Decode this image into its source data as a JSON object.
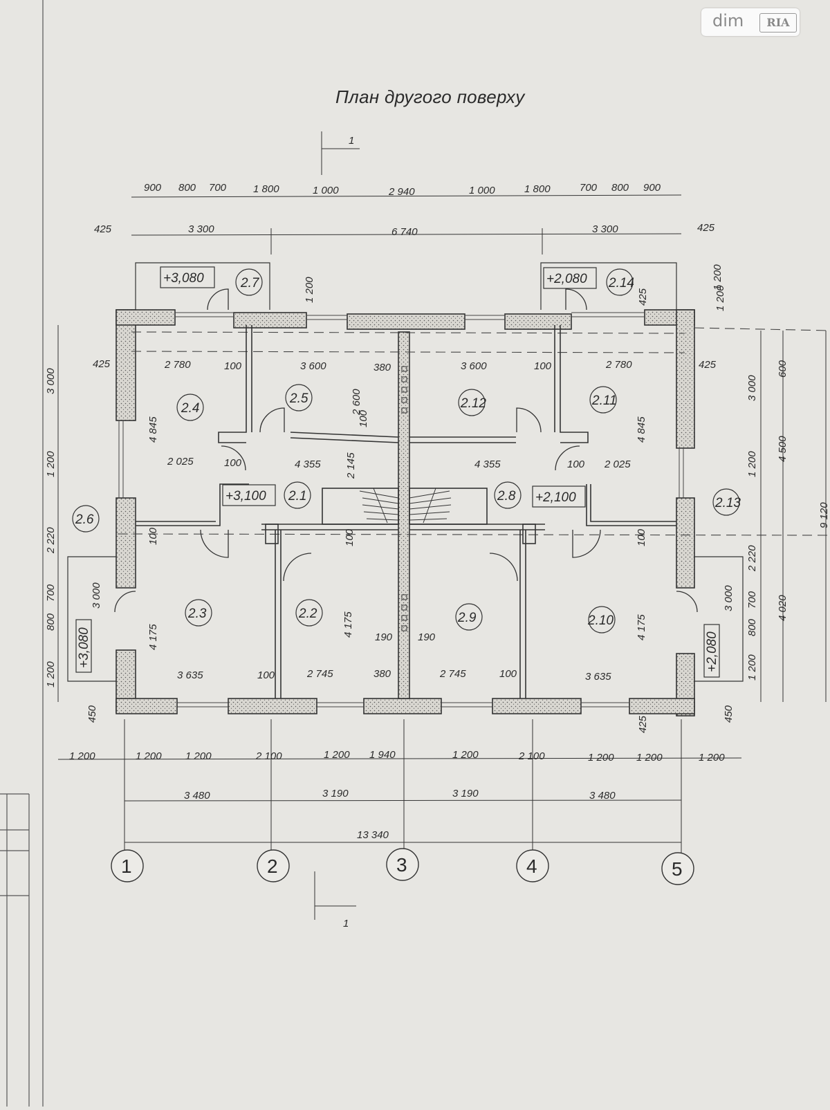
{
  "title": "План другого поверху",
  "watermark": {
    "brand": "dim",
    "logo": "RIA"
  },
  "section_marker": "1",
  "axes": [
    "1",
    "2",
    "3",
    "4",
    "5"
  ],
  "top_dims_row1": [
    "900",
    "800",
    "700",
    "1 800",
    "1 000",
    "2 940",
    "1 000",
    "1 800",
    "700",
    "800",
    "900"
  ],
  "top_dims_row2": [
    "425",
    "3 300",
    "6 740",
    "3 300",
    "425"
  ],
  "bottom_dims_row1": [
    "1 200",
    "1 200",
    "1 200",
    "2 100",
    "1 200",
    "1 940",
    "1 200",
    "2 100",
    "1 200",
    "1 200",
    "1 200"
  ],
  "bottom_dims_row2": [
    "3 480",
    "3 190",
    "3 190",
    "3 480"
  ],
  "bottom_total": "13 340",
  "left_dims": [
    "3 000",
    "1 200",
    "2 220",
    "700",
    "800",
    "1 200",
    "3 000",
    "450"
  ],
  "right_dims": [
    "1 200",
    "3 000",
    "1 200",
    "2 220",
    "700",
    "800",
    "1 200",
    "3 000",
    "450",
    "600",
    "4 500",
    "4 020",
    "9 120",
    "425"
  ],
  "interior_dims": [
    "425",
    "2 780",
    "100",
    "3 600",
    "380",
    "3 600",
    "100",
    "2 780",
    "425",
    "4 845",
    "2 600",
    "100",
    "4 845",
    "2 025",
    "100",
    "4 355",
    "2 145",
    "4 355",
    "100",
    "2 025",
    "100",
    "100",
    "100",
    "4 175",
    "4 175",
    "4 175",
    "190",
    "190",
    "3 635",
    "100",
    "2 745",
    "380",
    "2 745",
    "100",
    "3 635",
    "1 200",
    "1 200",
    "425"
  ],
  "rooms": [
    "2.1",
    "2.2",
    "2.3",
    "2.4",
    "2.5",
    "2.6",
    "2.7",
    "2.8",
    "2.9",
    "2.10",
    "2.11",
    "2.12",
    "2.13",
    "2.14"
  ],
  "levels": [
    "+3,080",
    "+2,080",
    "+3,100",
    "+2,100",
    "+3,080",
    "+2,080"
  ]
}
